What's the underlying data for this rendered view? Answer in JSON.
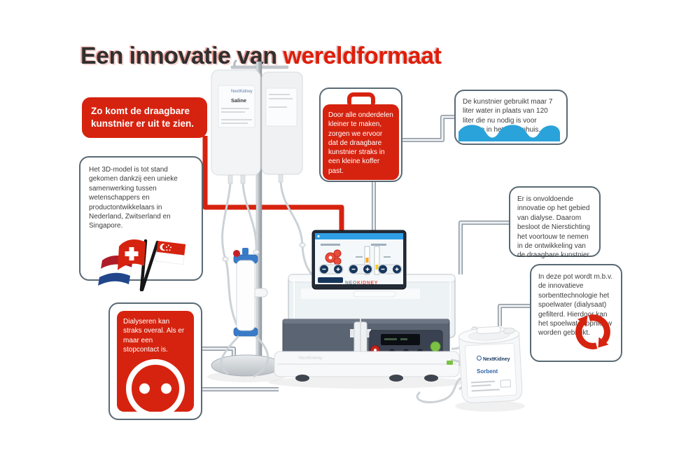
{
  "title": {
    "part1": "Een innovatie van ",
    "part2": "wereldformaat"
  },
  "callouts": {
    "appearance": {
      "text": "Zo komt de draagbare kunstnier er uit te zien."
    },
    "model3d": {
      "text": "Het 3D-model is tot stand gekomen dankzij een unieke samenwerking tussen wetenschappers en productontwikkelaars in Nederland, Zwitserland en Singapore."
    },
    "suitcase": {
      "text": "Door alle onderdelen kleiner te maken, zorgen we ervoor dat de draagbare kunstnier straks in een kleine koffer past."
    },
    "water": {
      "text": "De kunstnier gebruikt maar 7 liter water in plaats van 120 liter die nu nodig is voor dialyse in het ziekenhuis."
    },
    "innovation": {
      "text": "Er is onvoldoende innovatie op het gebied van dialyse. Daarom besloot de Nierstichting het voortouw te nemen in de ontwikkeling van de draagbare kunstnier."
    },
    "sorbent": {
      "text": "In deze pot wordt m.b.v. de innovatieve sorbenttechnologie het spoelwater (dialysaat) gefilterd. Hierdoor kan het spoelwater opnieuw worden gebruikt."
    },
    "outlet": {
      "text": "Dialyseren kan straks overal. Als er maar een stopcontact is."
    }
  },
  "equipment": {
    "bag_brand": "NextKidney",
    "bag_label": "Saline",
    "tablet_brand_part1": "NEO",
    "tablet_brand_part2": "KIDNEY",
    "machine_brand": "NextKidney",
    "canister_brand": "NextKidney",
    "canister_label": "Sorbent"
  },
  "colors": {
    "accent_red": "#d6230f",
    "wave_blue": "#2aa2da",
    "navy": "#16365c",
    "callout_border": "#5a6a74"
  }
}
